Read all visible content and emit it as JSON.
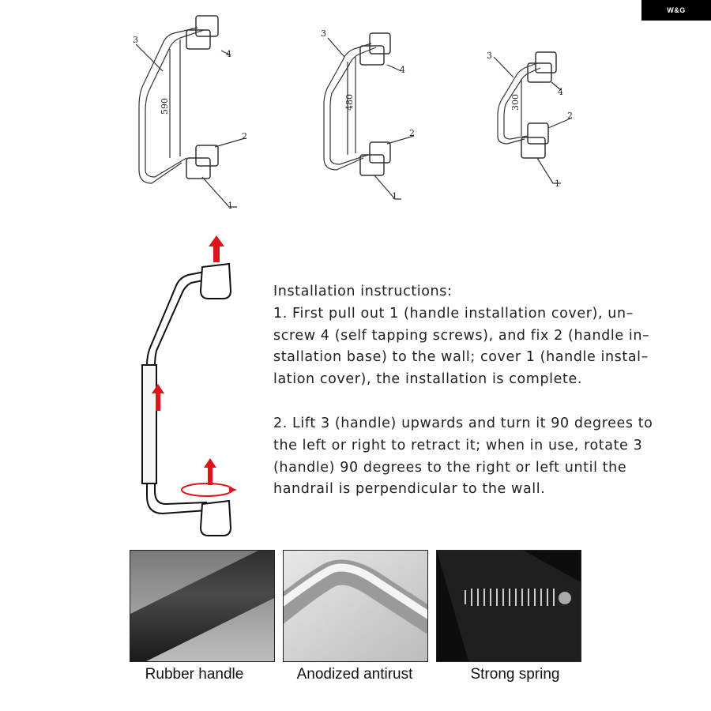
{
  "brand": {
    "logo_text": "W&G"
  },
  "diagrams": [
    {
      "size_label": "590",
      "part_labels": [
        "3",
        "4",
        "2",
        "1"
      ]
    },
    {
      "size_label": "480",
      "part_labels": [
        "3",
        "4",
        "2",
        "1"
      ]
    },
    {
      "size_label": "300",
      "part_labels": [
        "3",
        "4",
        "2",
        "1"
      ]
    }
  ],
  "instructions": {
    "heading": "Installation instructions:",
    "step1_lines": [
      "1. First pull out 1 (handle installation cover), un–",
      "screw 4 (self tapping screws), and fix 2 (handle in–",
      "stallation base) to the wall; cover 1 (handle instal–",
      "lation cover), the installation is complete."
    ],
    "step2_lines": [
      "2. Lift 3 (handle) upwards and turn it 90 degrees to",
      "the left or right to retract it; when in use, rotate 3",
      "(handle) 90 degrees to the right or left until the",
      "handrail is perpendicular to the wall."
    ]
  },
  "features": [
    {
      "caption": "Rubber handle"
    },
    {
      "caption": "Anodized antirust"
    },
    {
      "caption": "Strong spring"
    }
  ],
  "colors": {
    "arrow": "#e0131b",
    "logo_bg": "#000000"
  }
}
